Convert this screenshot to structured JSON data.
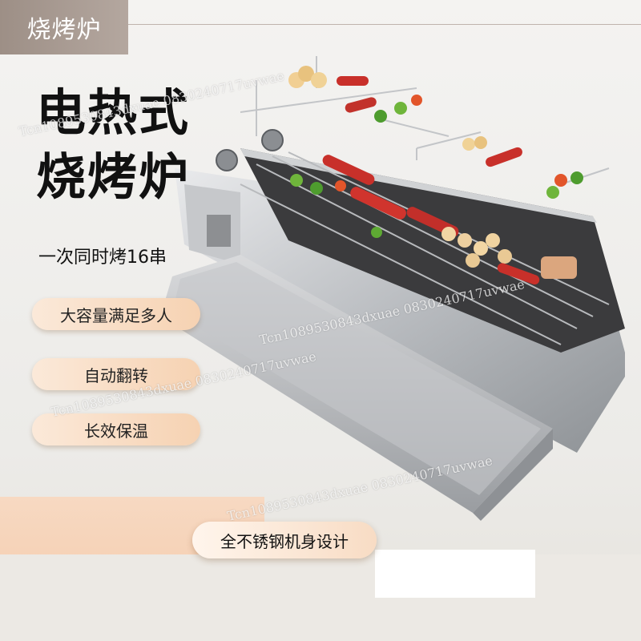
{
  "tag": "烧烤炉",
  "headline": [
    "电热式",
    "烧烤炉"
  ],
  "count_line": "一次同时烤16串",
  "features": [
    "大容量满足多人",
    "自动翻转",
    "长效保温"
  ],
  "bottom_feature": "全不锈钢机身设计",
  "watermark": "Tcn1089530843dxuae 0830240717uvwae"
}
